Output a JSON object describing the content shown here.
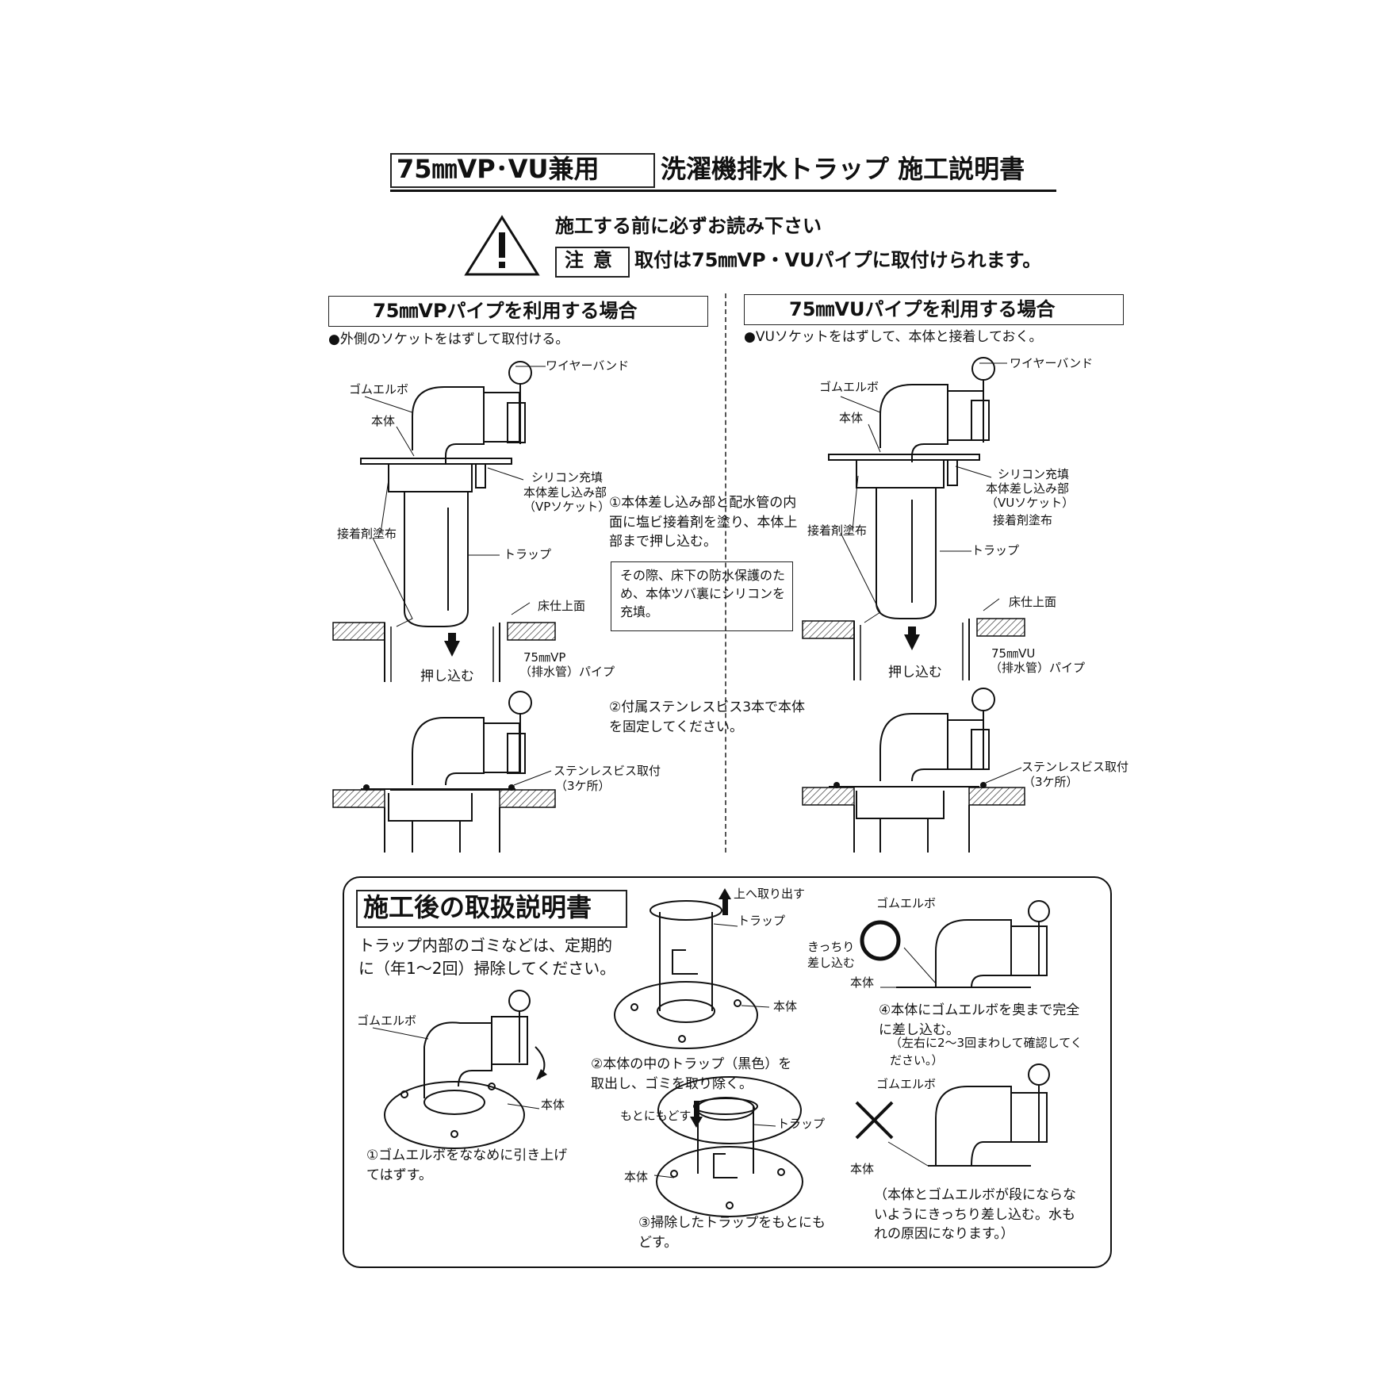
{
  "title": {
    "tag": "75㎜VP･VU兼用",
    "main": "洗濯機排水トラップ 施工説明書"
  },
  "warning": {
    "line1": "施工する前に必ずお読み下さい",
    "badge": "注意",
    "text": "取付は75㎜VP・VUパイプに取付けられます。"
  },
  "vp_section": {
    "header": "75㎜VPパイプを利用する場合",
    "note": "●外側のソケットをはずして取付ける。",
    "labels": {
      "wire_band": "ワイヤーバンド",
      "rubber_elbow": "ゴムエルボ",
      "body": "本体",
      "silicone": "シリコン充填",
      "insert_part": "本体差し込み部",
      "socket": "（VPソケット）",
      "adhesive": "接着剤塗布",
      "trap": "トラップ",
      "floor": "床仕上面",
      "pipe1": "75㎜VP",
      "pipe2": "（排水管）パイプ",
      "push": "押し込む",
      "screw": "ステンレスビス取付",
      "screw_count": "（3ケ所）"
    }
  },
  "vu_section": {
    "header": "75㎜VUパイプを利用する場合",
    "note": "●VUソケットをはずして、本体と接着しておく。",
    "labels": {
      "wire_band": "ワイヤーバンド",
      "rubber_elbow": "ゴムエルボ",
      "body": "本体",
      "silicone": "シリコン充填",
      "insert_part": "本体差し込み部",
      "socket": "（VUソケット）",
      "adhesive_right": "接着剤塗布",
      "adhesive": "接着剤塗布",
      "trap": "トラップ",
      "floor": "床仕上面",
      "pipe1": "75㎜VU",
      "pipe2": "（排水管）パイプ",
      "push": "押し込む",
      "screw": "ステンレスビス取付",
      "screw_count": "（3ケ所）"
    }
  },
  "center": {
    "step1": "①本体差し込み部と配水管の内面に塩ビ接着剤を塗り、本体上部まで押し込む。",
    "note": "その際、床下の防水保護のため、本体ツバ裏にシリコンを充填。",
    "step2": "②付属ステンレスビス3本で本体を固定してください。"
  },
  "after": {
    "title": "施工後の取扱説明書",
    "intro": "トラップ内部のゴミなどは、定期的に（年1～2回）掃除してください。",
    "fig1": {
      "rubber_elbow": "ゴムエルボ",
      "body": "本体",
      "caption": "①ゴムエルボをななめに引き上げてはずす。"
    },
    "fig2": {
      "pull_up": "上へ取り出す",
      "trap": "トラップ",
      "body": "本体",
      "caption": "②本体の中のトラップ（黒色）を取出し、ゴミを取り除く。"
    },
    "fig3": {
      "return": "もとにもどす",
      "trap": "トラップ",
      "body": "本体",
      "caption": "③掃除したトラップをもとにもどす。"
    },
    "fig4": {
      "rubber_elbow": "ゴムエルボ",
      "tight": "きっちり差し込む",
      "body": "本体",
      "caption": "④本体にゴムエルボを奥まで完全に差し込む。",
      "sub": "（左右に2～3回まわして確認してください。）"
    },
    "fig5": {
      "rubber_elbow": "ゴムエルボ",
      "body": "本体",
      "caption": "（本体とゴムエルボが段にならないようにきっちり差し込む。水もれの原因になります。）"
    }
  }
}
